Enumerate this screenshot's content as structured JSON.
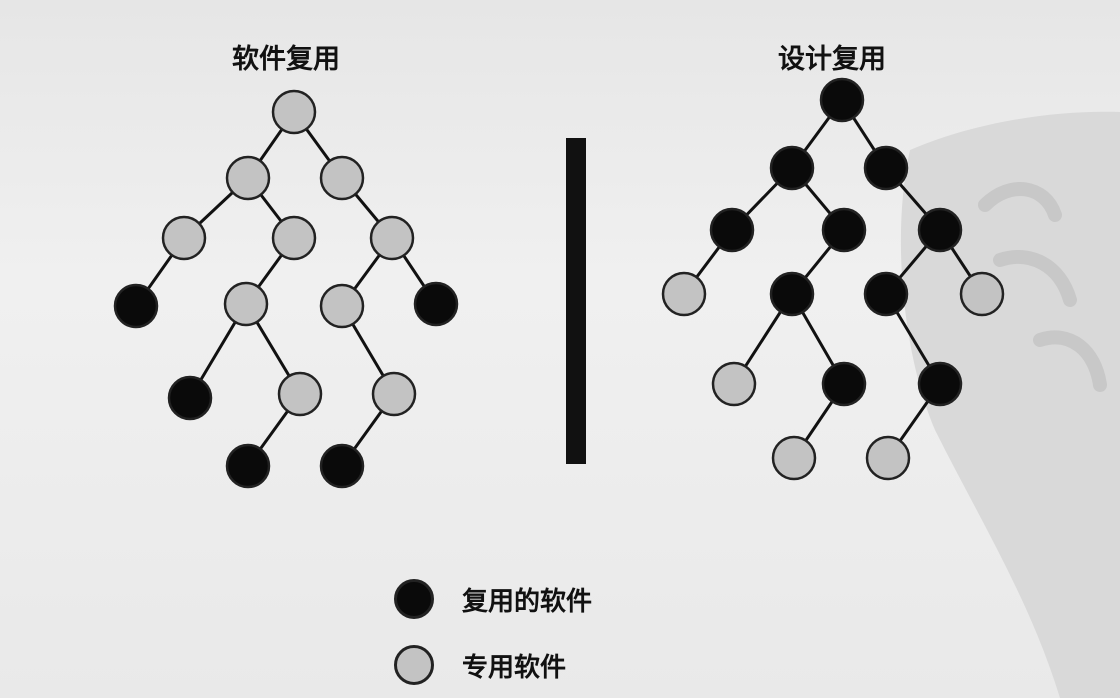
{
  "titles": {
    "left": "软件复用",
    "right": "设计复用"
  },
  "colors": {
    "reused": "#0a0a0a",
    "special": "#c3c3c3",
    "outline": "#222222",
    "edge": "#111111"
  },
  "legend": [
    {
      "label": "复用的软件",
      "kind": "reused"
    },
    {
      "label": "专用软件",
      "kind": "special"
    }
  ],
  "trees": {
    "software_reuse": {
      "nodes": [
        "special",
        "special",
        "special",
        "special",
        "special",
        "special",
        "reused",
        "special",
        "special",
        "reused",
        "reused",
        "special",
        "special",
        "reused",
        "reused"
      ],
      "edges": [
        [
          0,
          1
        ],
        [
          0,
          2
        ],
        [
          1,
          3
        ],
        [
          1,
          4
        ],
        [
          2,
          5
        ],
        [
          3,
          6
        ],
        [
          4,
          7
        ],
        [
          5,
          8
        ],
        [
          5,
          9
        ],
        [
          7,
          10
        ],
        [
          7,
          11
        ],
        [
          8,
          12
        ],
        [
          11,
          13
        ],
        [
          12,
          14
        ]
      ]
    },
    "design_reuse": {
      "nodes": [
        "reused",
        "reused",
        "reused",
        "reused",
        "reused",
        "reused",
        "special",
        "reused",
        "reused",
        "special",
        "special",
        "reused",
        "reused",
        "special",
        "special"
      ],
      "edges": [
        [
          0,
          1
        ],
        [
          0,
          2
        ],
        [
          1,
          3
        ],
        [
          1,
          4
        ],
        [
          2,
          5
        ],
        [
          3,
          6
        ],
        [
          4,
          7
        ],
        [
          5,
          8
        ],
        [
          5,
          9
        ],
        [
          7,
          10
        ],
        [
          7,
          11
        ],
        [
          8,
          12
        ],
        [
          11,
          13
        ],
        [
          12,
          14
        ]
      ]
    }
  }
}
